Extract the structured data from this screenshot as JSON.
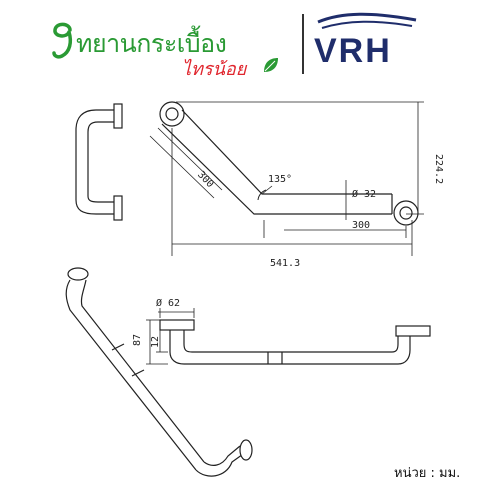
{
  "header": {
    "store_logo_text": "ทยานกระเบื้อง",
    "store_logo_sub": "ไทรน้อย",
    "brand_logo": "VRH",
    "colors": {
      "store_green": "#2a9a34",
      "store_red": "#e0262e",
      "brand_navy": "#1f2d6b"
    }
  },
  "dimensions": {
    "diagonal_length": "300",
    "angle": "135°",
    "tube_diameter": "Ø 32",
    "horizontal_length": "300",
    "height": "224.2",
    "overall_width": "541.3",
    "flange_diameter": "Ø 62",
    "projection": "87",
    "flange_thickness": "12"
  },
  "footer": {
    "unit_label": "หน่วย : มม."
  }
}
